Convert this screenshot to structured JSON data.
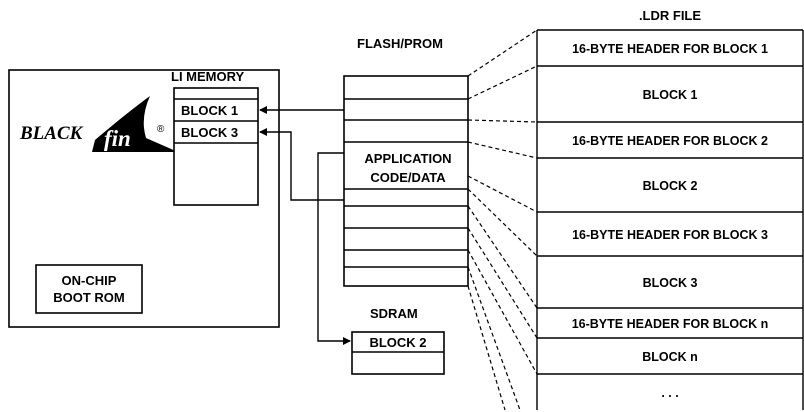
{
  "ldr_file": {
    "title": ".LDR FILE",
    "rows": [
      "16-BYTE HEADER FOR BLOCK 1",
      "BLOCK 1",
      "16-BYTE HEADER FOR BLOCK 2",
      "BLOCK 2",
      "16-BYTE HEADER FOR BLOCK 3",
      "BLOCK 3",
      "16-BYTE HEADER FOR BLOCK n",
      "BLOCK n",
      ". . ."
    ]
  },
  "flash": {
    "title": "FLASH/PROM",
    "app_label_line1": "APPLICATION",
    "app_label_line2": "CODE/DATA"
  },
  "chip": {
    "logo_text_black": "BLACK",
    "logo_text_fin": "fin",
    "logo_mark": "®",
    "l1_title": "LI MEMORY",
    "l1_block_1": "BLOCK 1",
    "l1_block_3": "BLOCK 3",
    "boot_rom_line1": "ON-CHIP",
    "boot_rom_line2": "BOOT ROM"
  },
  "sdram": {
    "title": "SDRAM",
    "block": "BLOCK 2"
  }
}
